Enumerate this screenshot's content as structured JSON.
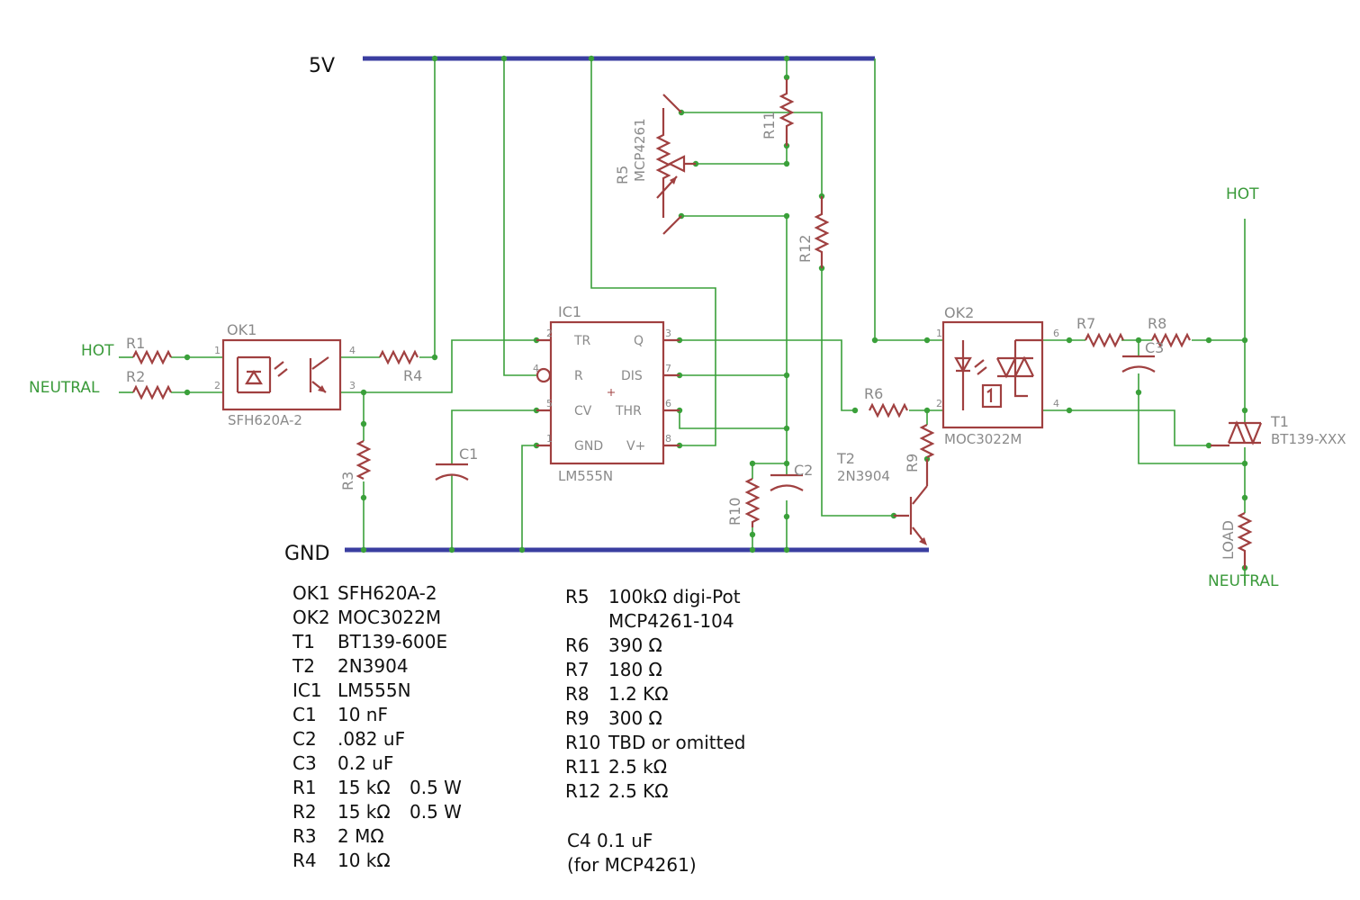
{
  "rails": {
    "vcc": "5V",
    "gnd": "GND"
  },
  "nets": {
    "hot_left": "HOT",
    "neutral_left": "NEUTRAL",
    "hot_right": "HOT",
    "neutral_right": "NEUTRAL"
  },
  "parts": {
    "ok1": {
      "name": "OK1",
      "value": "SFH620A-2",
      "pins": [
        "1",
        "2",
        "3",
        "4"
      ]
    },
    "ok2": {
      "name": "OK2",
      "value": "MOC3022M",
      "pins": [
        "1",
        "2",
        "4",
        "6"
      ]
    },
    "ic1": {
      "name": "IC1",
      "value": "LM555N",
      "pins_left": [
        {
          "num": "2",
          "name": "TR"
        },
        {
          "num": "4",
          "name": "R"
        },
        {
          "num": "5",
          "name": "CV"
        },
        {
          "num": "1",
          "name": "GND"
        }
      ],
      "pins_right": [
        {
          "num": "3",
          "name": "Q"
        },
        {
          "num": "7",
          "name": "DIS"
        },
        {
          "num": "6",
          "name": "THR"
        },
        {
          "num": "8",
          "name": "V+"
        }
      ]
    },
    "r1": "R1",
    "r2": "R2",
    "r3": "R3",
    "r4": "R4",
    "r5": {
      "name": "R5",
      "value": "MCP4261"
    },
    "r6": "R6",
    "r7": "R7",
    "r8": "R8",
    "r9": "R9",
    "r10": "R10",
    "r11": "R11",
    "r12": "R12",
    "c1": "C1",
    "c2": "C2",
    "c3": "C3",
    "t1": {
      "name": "T1",
      "value": "BT139-XXX"
    },
    "t2": {
      "name": "T2",
      "value": "2N3904"
    },
    "load": "LOAD"
  },
  "bom_left": [
    {
      "ref": "OK1",
      "value": "SFH620A-2",
      "note": ""
    },
    {
      "ref": "OK2",
      "value": "MOC3022M",
      "note": ""
    },
    {
      "ref": "T1",
      "value": "BT139-600E",
      "note": ""
    },
    {
      "ref": "T2",
      "value": "2N3904",
      "note": ""
    },
    {
      "ref": "IC1",
      "value": "LM555N",
      "note": ""
    },
    {
      "ref": "C1",
      "value": "10 nF",
      "note": ""
    },
    {
      "ref": "C2",
      "value": ".082 uF",
      "note": ""
    },
    {
      "ref": "C3",
      "value": "0.2 uF",
      "note": ""
    },
    {
      "ref": "R1",
      "value": "15 kΩ",
      "note": "0.5 W"
    },
    {
      "ref": "R2",
      "value": "15 kΩ",
      "note": "0.5 W"
    },
    {
      "ref": "R3",
      "value": "2 MΩ",
      "note": ""
    },
    {
      "ref": "R4",
      "value": "10 kΩ",
      "note": ""
    }
  ],
  "bom_right": [
    {
      "ref": "R5",
      "value": "100kΩ digi-Pot"
    },
    {
      "ref": "",
      "value": "MCP4261-104"
    },
    {
      "ref": "R6",
      "value": "390 Ω"
    },
    {
      "ref": "R7",
      "value": "180 Ω"
    },
    {
      "ref": "R8",
      "value": "1.2 KΩ"
    },
    {
      "ref": "R9",
      "value": "300 Ω"
    },
    {
      "ref": "R10",
      "value": "TBD or omitted"
    },
    {
      "ref": "R11",
      "value": "2.5 kΩ"
    },
    {
      "ref": "R12",
      "value": "2.5 KΩ"
    }
  ],
  "bom_notes": [
    "C4 0.1 uF",
    "(for MCP4261)"
  ],
  "colors": {
    "wire": "#3aa03a",
    "rail": "#3a3ea0",
    "part": "#a04040",
    "label": "#8a8a8a",
    "junction": "#3aa03a"
  }
}
